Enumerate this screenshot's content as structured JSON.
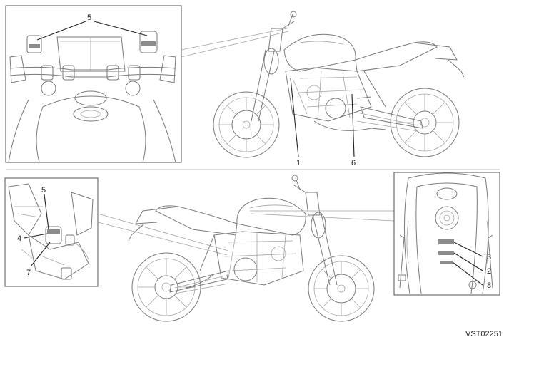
{
  "figure": {
    "reference_code": "VST02251"
  },
  "callouts": {
    "top_detail_5": "5",
    "top_bike_1": "1",
    "top_bike_6": "6",
    "left_detail_5": "5",
    "left_detail_4": "4",
    "left_detail_7": "7",
    "right_detail_3": "3",
    "right_detail_2": "2",
    "right_detail_8": "8"
  }
}
